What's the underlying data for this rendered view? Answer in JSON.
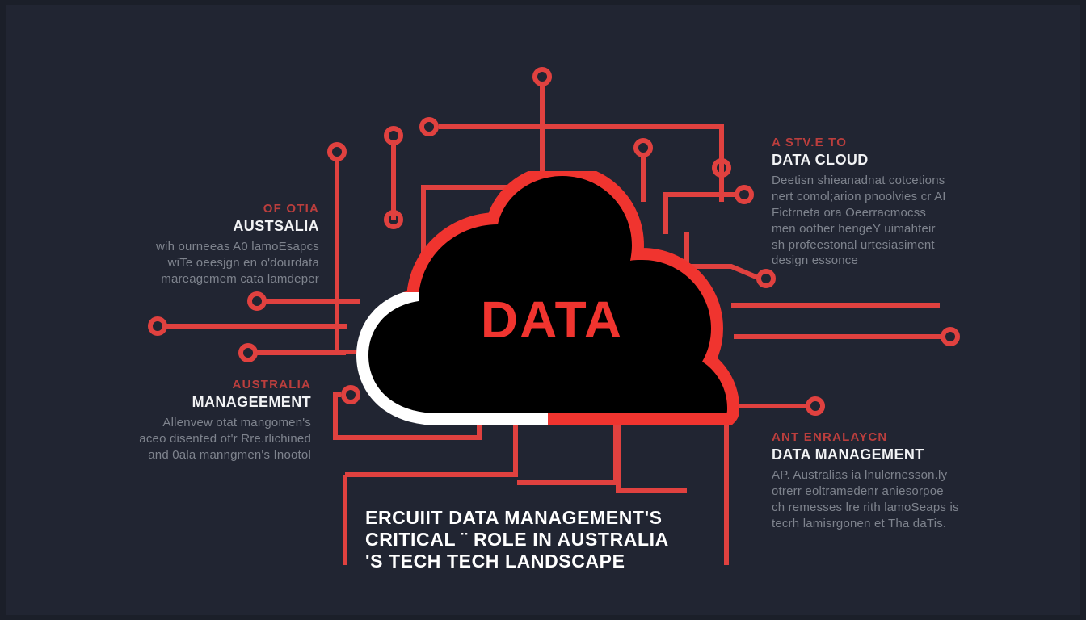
{
  "theme": {
    "background": "#212532",
    "frame": "#15181f",
    "accent_red": "#f0342f",
    "trace_red": "#e0413f",
    "eyebrow_red": "#c9413f",
    "heading_white": "#f2f3f5",
    "body_gray": "#8f949e",
    "cloud_fill": "#000000",
    "cloud_outline_red": "#f0342f",
    "cloud_outline_white": "#ffffff"
  },
  "cloud": {
    "label": "DATA",
    "name": "data-cloud-graphic"
  },
  "callouts": {
    "top_left": {
      "eyebrow": "OF OTIA",
      "heading": "AUSTSALIA",
      "body": [
        "wih ourneeas A0 lamoEsapcs",
        "wiTe oeesjgn en o'dourdata",
        "mareagcmem cata lamdeper"
      ]
    },
    "top_right": {
      "eyebrow": "A STV.E TO",
      "heading": "DATA CLOUD",
      "body": [
        "Deetisn shieanadnat cotcetions",
        "nert comol;arion pnoolvies cr  AI",
        "Fictrneta ora Oeerracmocss",
        "men oother hengeY uimahteir",
        "sh profeestonal urtesiasiment",
        "design  essonce"
      ]
    },
    "bottom_left": {
      "eyebrow": "AUSTRALIA",
      "heading": "MANAGEEMENT",
      "body": [
        "Allenvew otat mangomen's",
        "aceo disented ot'r Rre.rlichined",
        "and 0ala manngmen's Inootol"
      ]
    },
    "bottom_right": {
      "eyebrow": "ANT ENRALAYCN",
      "heading": "DATA MANAGEMENT",
      "body": [
        "AP. Australias ia lnulcrnesson.ly",
        "otrerr eoltramedenr aniesorpoe",
        "ch remesses lre rith lamoSeaps is",
        "tecrh lamisrgonen et Tha daTis."
      ]
    }
  },
  "bottom_title": {
    "lines": [
      "ERCUIIT  DATA MANAGEMENT'S",
      "CRITICAL ¨ ROLE    IN AUSTRALIA",
      "'S TECH TECH LANDSCAPE"
    ]
  }
}
